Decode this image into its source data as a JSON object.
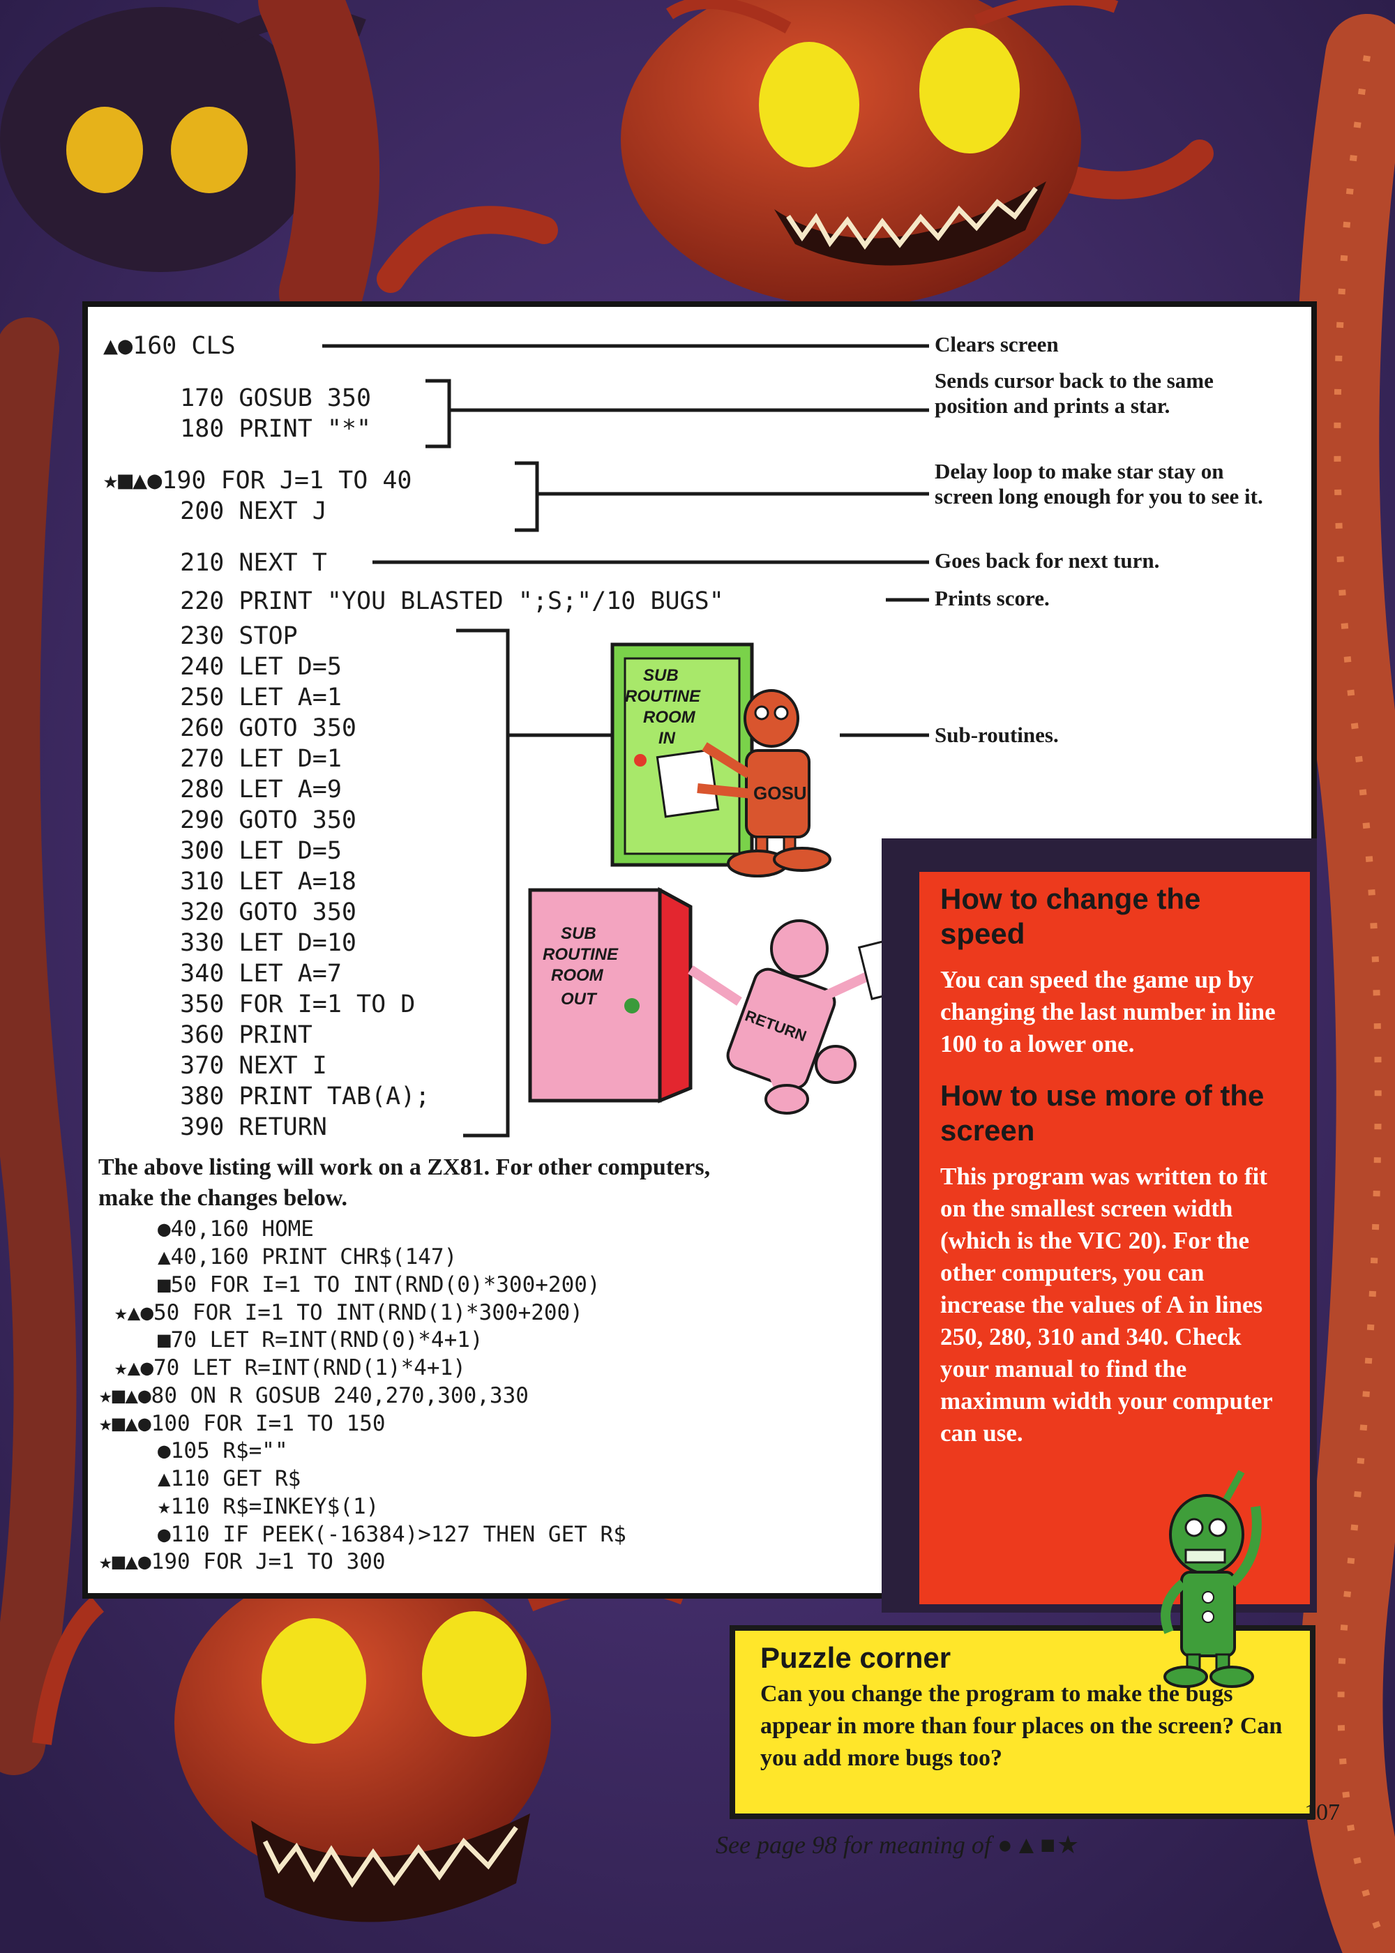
{
  "listing": [
    {
      "line": "▲●160 CLS"
    },
    {
      "line": "  170 GOSUB 350"
    },
    {
      "line": "  180 PRINT \"*\""
    },
    {
      "line": "★■▲●190 FOR J=1 TO 40"
    },
    {
      "line": "  200 NEXT J"
    },
    {
      "line": "  210 NEXT T"
    },
    {
      "line": "  220 PRINT \"YOU BLASTED \";S;\"/10 BUGS\""
    },
    {
      "line": "  230 STOP"
    },
    {
      "line": "  240 LET D=5"
    },
    {
      "line": "  250 LET A=1"
    },
    {
      "line": "  260 GOTO 350"
    },
    {
      "line": "  270 LET D=1"
    },
    {
      "line": "  280 LET A=9"
    },
    {
      "line": "  290 GOTO 350"
    },
    {
      "line": "  300 LET D=5"
    },
    {
      "line": "  310 LET A=18"
    },
    {
      "line": "  320 GOTO 350"
    },
    {
      "line": "  330 LET D=10"
    },
    {
      "line": "  340 LET A=7"
    },
    {
      "line": "  350 FOR I=1 TO D"
    },
    {
      "line": "  360 PRINT"
    },
    {
      "line": "  370 NEXT I"
    },
    {
      "line": "  380 PRINT TAB(A);"
    },
    {
      "line": "  390 RETURN"
    }
  ],
  "annotations": {
    "clears": "Clears screen",
    "sends_cursor": "Sends cursor back to the same position and prints a star.",
    "delay": "Delay loop to make star stay on screen long enough for you to see it.",
    "next_turn": "Goes back for next turn.",
    "score": "Prints score.",
    "subroutines": "Sub-routines."
  },
  "note": "The above listing will work on a ZX81. For other computers, make the changes below.",
  "variants": [
    "●40,160 HOME",
    "▲40,160 PRINT CHR$(147)",
    "■50 FOR I=1 TO INT(RND(0)*300+200)",
    "★▲●50 FOR I=1 TO INT(RND(1)*300+200)",
    "■70 LET R=INT(RND(0)*4+1)",
    "★▲●70 LET R=INT(RND(1)*4+1)",
    "★■▲●80 ON R GOSUB 240,270,300,330",
    "★■▲●100 FOR I=1 TO 150",
    "●105 R$=\"\"",
    "▲110 GET R$",
    "★110 R$=INKEY$(1)",
    "●110 IF PEEK(-16384)>127 THEN GET R$",
    "★■▲●190 FOR J=1 TO 300"
  ],
  "illustration": {
    "door_in_sign": "SUB ROUTINE ROOM IN",
    "door_out_sign": "SUB ROUTINE ROOM OUT",
    "robot_in_label": "GOSU",
    "robot_out_label": "RETURN"
  },
  "speed_box": {
    "heading1": "How to change the speed",
    "text1": "You can speed the game up by changing the last number in line 100 to a lower one.",
    "heading2": "How to use more of the screen",
    "text2": "This program was written to fit on the smallest screen width (which is the VIC 20). For the other computers, you can increase the values of A in lines 250, 280, 310 and 340. Check your manual to find the maximum width your computer can use."
  },
  "puzzle": {
    "heading": "Puzzle corner",
    "text": "Can you change the program to make the bugs appear in more than four places on the screen? Can you add more bugs too?"
  },
  "page_number": "107",
  "footer_note": "See page 98 for meaning of",
  "footer_symbols": "●▲■★",
  "colors": {
    "background": "#3c2a63",
    "bug_red": "#b8361f",
    "bug_eye": "#f3e21b",
    "tips_red": "#ed3a1d",
    "puzzle_yellow": "#ffe62a"
  }
}
